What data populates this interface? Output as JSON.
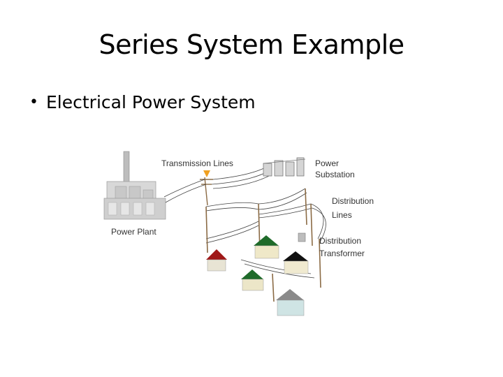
{
  "slide": {
    "title": "Series System Example",
    "bullets": [
      "Electrical Power System"
    ]
  },
  "diagram": {
    "labels": {
      "transmission_lines": "Transmission Lines",
      "power": "Power",
      "substation": "Substation",
      "distribution": "Distribution",
      "lines": "Lines",
      "distribution2": "Distribution",
      "transformer": "Transformer",
      "power_plant": "Power Plant"
    },
    "colors": {
      "house_red": "#a01818",
      "house_green": "#1f6b2a",
      "house_black": "#111111",
      "house_gray": "#8a8a8a",
      "pole": "#8b6b45",
      "plant": "#cfcfcf"
    }
  }
}
